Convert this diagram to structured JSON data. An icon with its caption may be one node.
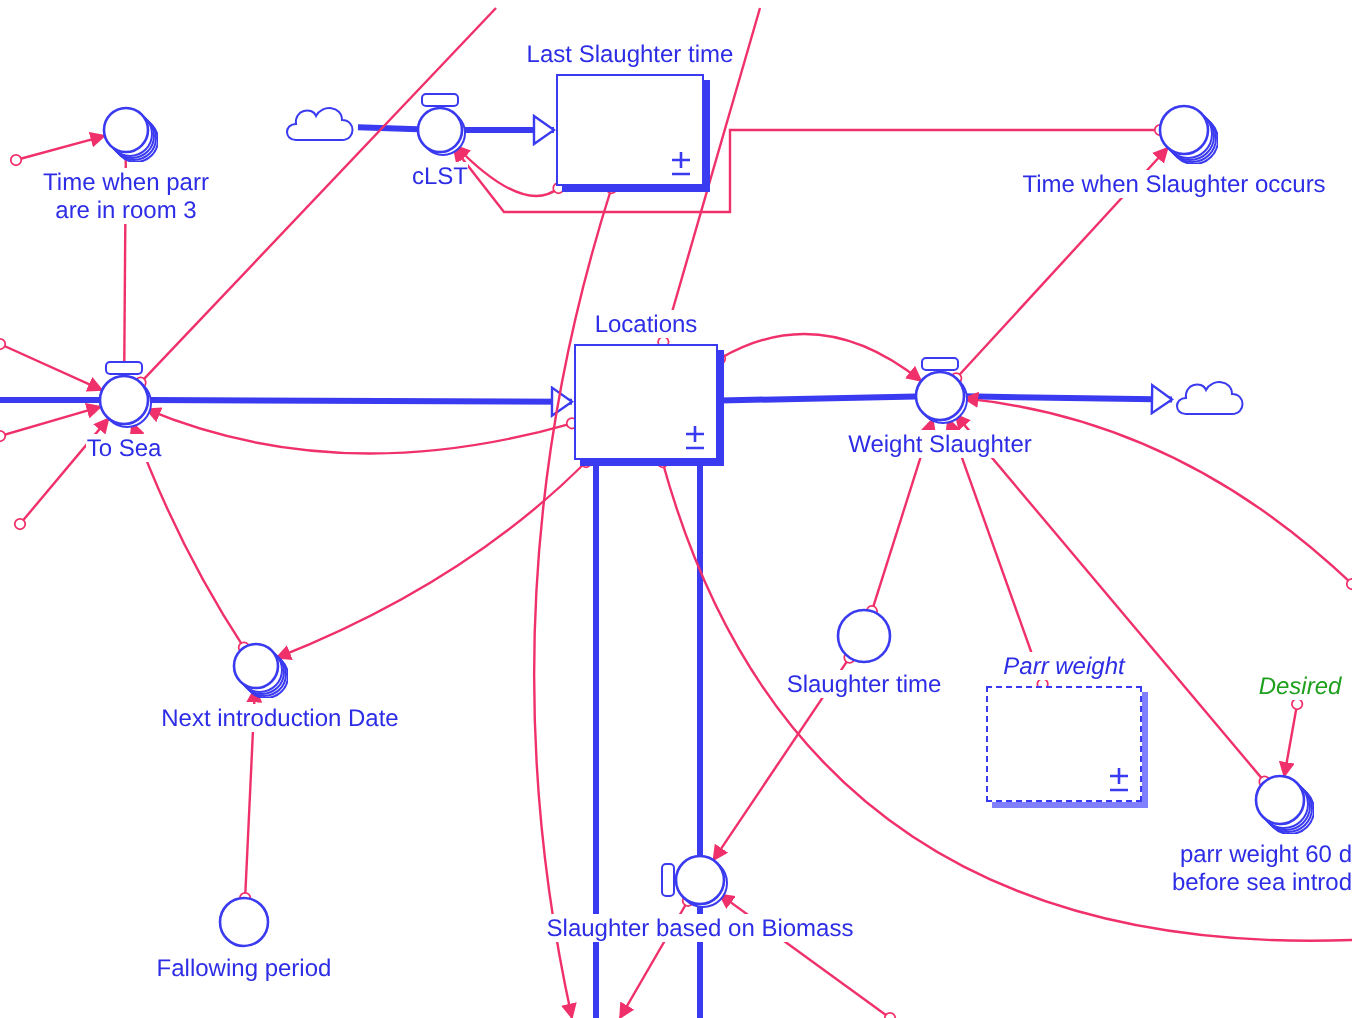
{
  "diagram": {
    "nodes": [
      {
        "text": [
          "Last Slaughter time"
        ]
      },
      {
        "text": [
          "cLST"
        ]
      },
      {
        "text": [],
        "shape": "cloud"
      },
      {
        "text": [
          "Time when parr are in room 3"
        ]
      },
      {
        "text": [
          "Time when Slaughter occurs"
        ]
      },
      {
        "text": [
          "Locations"
        ]
      },
      {
        "text": [
          "To Sea"
        ]
      },
      {
        "text": [
          "Weight Slaughter"
        ]
      },
      {
        "text": [],
        "shape": "cloud"
      },
      {
        "text": [
          "Next introduction Date"
        ]
      },
      {
        "text": [
          "Fallowing period"
        ]
      },
      {
        "text": [
          "Slaughter time"
        ]
      },
      {
        "text": [
          "Parr weight"
        ]
      },
      {
        "text": [
          "Desired"
        ]
      },
      {
        "text": [
          "parr weight 60 d before sea introd"
        ]
      },
      {
        "text": [
          "Slaughter based on Biomass"
        ]
      }
    ],
    "edges": [
      {
        "from": 2,
        "to": 1,
        "arrow": "none",
        "style": "thick",
        "color": "#3a3af0"
      },
      {
        "from": 1,
        "to": 0,
        "arrow": "to",
        "style": "thick",
        "color": "#3a3af0"
      },
      {
        "from": null,
        "to": 6,
        "arrow": "none",
        "style": "thick",
        "color": "#3a3af0"
      },
      {
        "from": 6,
        "to": 5,
        "arrow": "to",
        "style": "thick",
        "color": "#3a3af0"
      },
      {
        "from": 5,
        "to": 7,
        "arrow": "none",
        "style": "thick",
        "color": "#3a3af0"
      },
      {
        "from": 7,
        "to": 8,
        "arrow": "to",
        "style": "thick",
        "color": "#3a3af0"
      },
      {
        "from": 5,
        "to": 15,
        "arrow": "none",
        "style": "thick",
        "color": "#3a3af0"
      },
      {
        "from": 15,
        "to": null,
        "arrow": "none",
        "style": "thick",
        "color": "#3a3af0"
      },
      {
        "from": 5,
        "to": null,
        "arrow": "none",
        "style": "thick",
        "color": "#3a3af0"
      },
      {
        "from": null,
        "to": 3,
        "arrow": "to"
      },
      {
        "from": 3,
        "to": 6,
        "arrow": "to"
      },
      {
        "from": 6,
        "to": null,
        "arrow": "other"
      },
      {
        "from": 5,
        "to": 6,
        "arrow": "to"
      },
      {
        "from": null,
        "to": 6,
        "arrow": "to"
      },
      {
        "from": null,
        "to": 6,
        "arrow": "to"
      },
      {
        "from": null,
        "to": 6,
        "arrow": "to"
      },
      {
        "from": 9,
        "to": 6,
        "arrow": "to"
      },
      {
        "from": 5,
        "to": 9,
        "arrow": "to"
      },
      {
        "from": 10,
        "to": 9,
        "arrow": "to"
      },
      {
        "from": 0,
        "to": 1,
        "arrow": "to"
      },
      {
        "from": 4,
        "to": 1,
        "arrow": "to"
      },
      {
        "from": 0,
        "to": null,
        "arrow": "to"
      },
      {
        "from": 5,
        "to": null,
        "arrow": "other"
      },
      {
        "from": 5,
        "to": 7,
        "arrow": "to"
      },
      {
        "from": 7,
        "to": 4,
        "arrow": "to"
      },
      {
        "from": 11,
        "to": 7,
        "arrow": "to"
      },
      {
        "from": 12,
        "to": 7,
        "arrow": "to"
      },
      {
        "from": 14,
        "to": 7,
        "arrow": "to"
      },
      {
        "from": null,
        "to": 7,
        "arrow": "to"
      },
      {
        "from": 13,
        "to": 14,
        "arrow": "to"
      },
      {
        "from": 11,
        "to": 15,
        "arrow": "to"
      },
      {
        "from": 5,
        "to": null,
        "arrow": "other"
      },
      {
        "from": null,
        "to": 15,
        "arrow": "to"
      },
      {
        "from": 15,
        "to": null,
        "arrow": "to"
      }
    ]
  }
}
